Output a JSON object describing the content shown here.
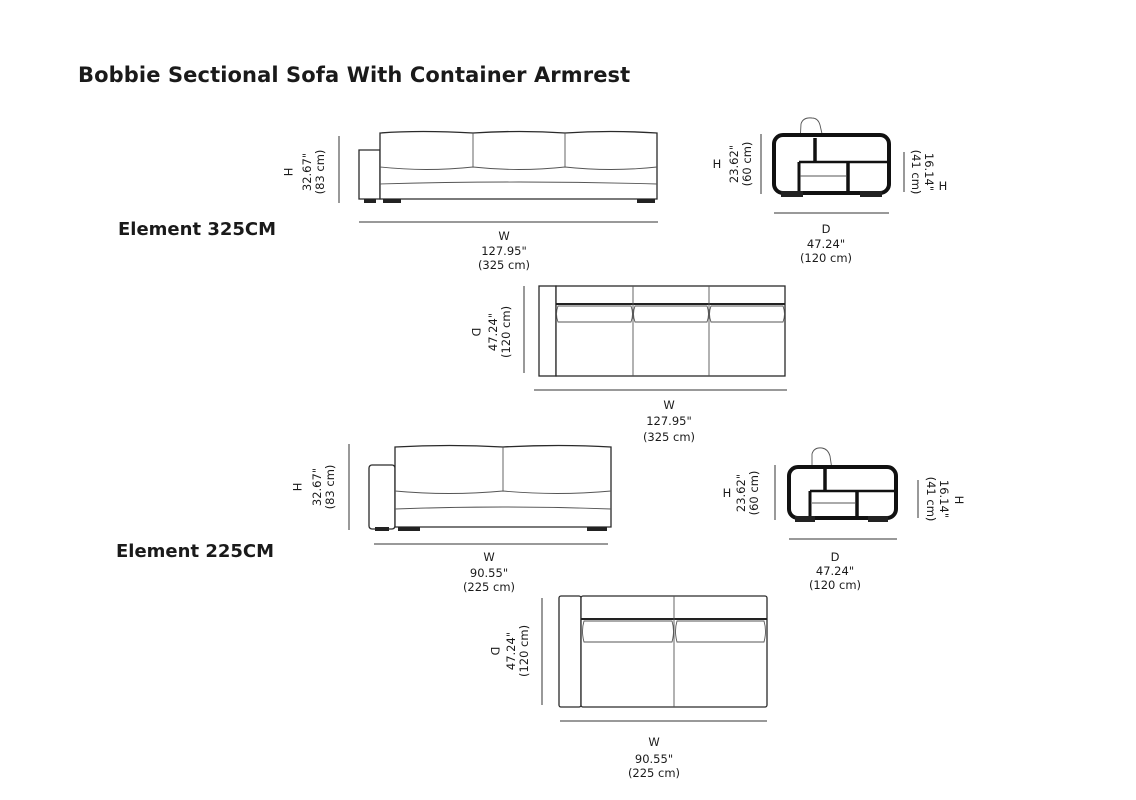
{
  "title": "Bobbie Sectional Sofa With Container Armrest",
  "sections": [
    {
      "label": "Element 325CM",
      "front": {
        "h_letter": "H",
        "h_in": "32.67\"",
        "h_cm": "(83 cm)",
        "w_letter": "W",
        "w_in": "127.95\"",
        "w_cm": "(325 cm)"
      },
      "side": {
        "h_letter": "H",
        "h_in": "23.62\"",
        "h_cm": "(60 cm)",
        "seat_letter": "H",
        "seat_in": "16.14\"",
        "seat_cm": "(41 cm)",
        "d_letter": "D",
        "d_in": "47.24\"",
        "d_cm": "(120 cm)"
      },
      "top": {
        "d_letter": "D",
        "d_in": "47.24\"",
        "d_cm": "(120 cm)",
        "w_letter": "W",
        "w_in": "127.95\"",
        "w_cm": "(325 cm)"
      }
    },
    {
      "label": "Element 225CM",
      "front": {
        "h_letter": "H",
        "h_in": "32.67\"",
        "h_cm": "(83 cm)",
        "w_letter": "W",
        "w_in": "90.55\"",
        "w_cm": "(225 cm)"
      },
      "side": {
        "h_letter": "H",
        "h_in": "23.62\"",
        "h_cm": "(60 cm)",
        "seat_letter": "H",
        "seat_in": "16.14\"",
        "seat_cm": "(41 cm)",
        "d_letter": "D",
        "d_in": "47.24\"",
        "d_cm": "(120 cm)"
      },
      "top": {
        "d_letter": "D",
        "d_in": "47.24\"",
        "d_cm": "(120 cm)",
        "w_letter": "W",
        "w_in": "90.55\"",
        "w_cm": "(225 cm)"
      }
    }
  ]
}
